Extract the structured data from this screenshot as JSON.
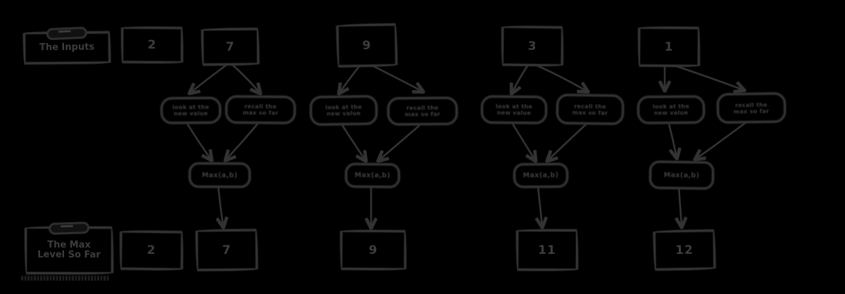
{
  "palette": {
    "background": "#000000",
    "stroke": "#333333",
    "text": "#3d3d3d"
  },
  "inputs_row": {
    "label": "The Inputs",
    "values": [
      "2",
      "7",
      "9",
      "3",
      "1"
    ]
  },
  "outputs_row": {
    "label_line1": "The Max",
    "label_line2": "Level So Far",
    "values": [
      "2",
      "7",
      "9",
      "11",
      "12"
    ]
  },
  "steps": [
    {
      "left_line1": "look at the",
      "left_line2": "new value",
      "right_line1": "recall the",
      "right_line2": "max so far",
      "op": "Max(a,b)"
    },
    {
      "left_line1": "look at the",
      "left_line2": "new value",
      "right_line1": "recall the",
      "right_line2": "max so far",
      "op": "Max(a,b)"
    },
    {
      "left_line1": "look at the",
      "left_line2": "new value",
      "right_line1": "recall the",
      "right_line2": "max so far",
      "op": "Max(a,b)"
    },
    {
      "left_line1": "look at the",
      "left_line2": "new value",
      "right_line1": "recall the",
      "right_line2": "max so far",
      "op": "Max(a,b)"
    }
  ]
}
